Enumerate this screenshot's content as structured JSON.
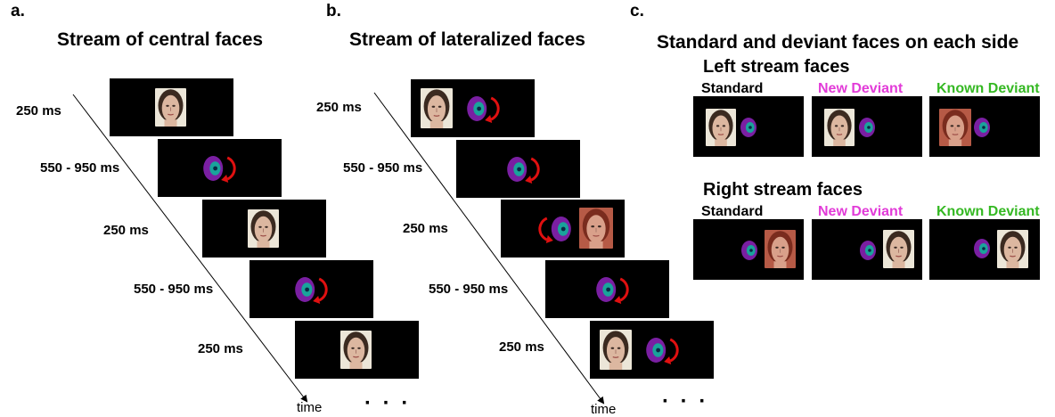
{
  "panels": [
    {
      "label": "a.",
      "title": "Stream of central faces",
      "timings": [
        "250 ms",
        "550 - 950 ms",
        "250 ms",
        "550 - 950 ms",
        "250 ms"
      ],
      "time_label": "time",
      "continuation": "· · ·"
    },
    {
      "label": "b.",
      "title": "Stream of lateralized faces",
      "timings": [
        "250 ms",
        "550 - 950 ms",
        "250 ms",
        "550 - 950 ms",
        "250 ms"
      ],
      "time_label": "time",
      "continuation": "· · ·"
    },
    {
      "label": "c.",
      "title": "Standard and deviant faces on each side",
      "left_stream_title": "Left stream faces",
      "right_stream_title": "Right stream faces",
      "conditions": [
        "Standard",
        "New Deviant",
        "Known Deviant"
      ]
    }
  ],
  "colors": {
    "screen": "#000000",
    "fixation_outer": "#7a1fa2",
    "fixation_inner": "#1aa39b",
    "fixation_dot": "#0a2a44",
    "cue_arrow": "#e01010",
    "new_deviant": "#e23bd8",
    "known_deviant": "#35b823",
    "face_light": "#ece6d8",
    "face_dark": "#b65a46"
  },
  "icons": [
    "face-photo-icon",
    "fixation-target-icon",
    "cue-arrow-icon"
  ]
}
